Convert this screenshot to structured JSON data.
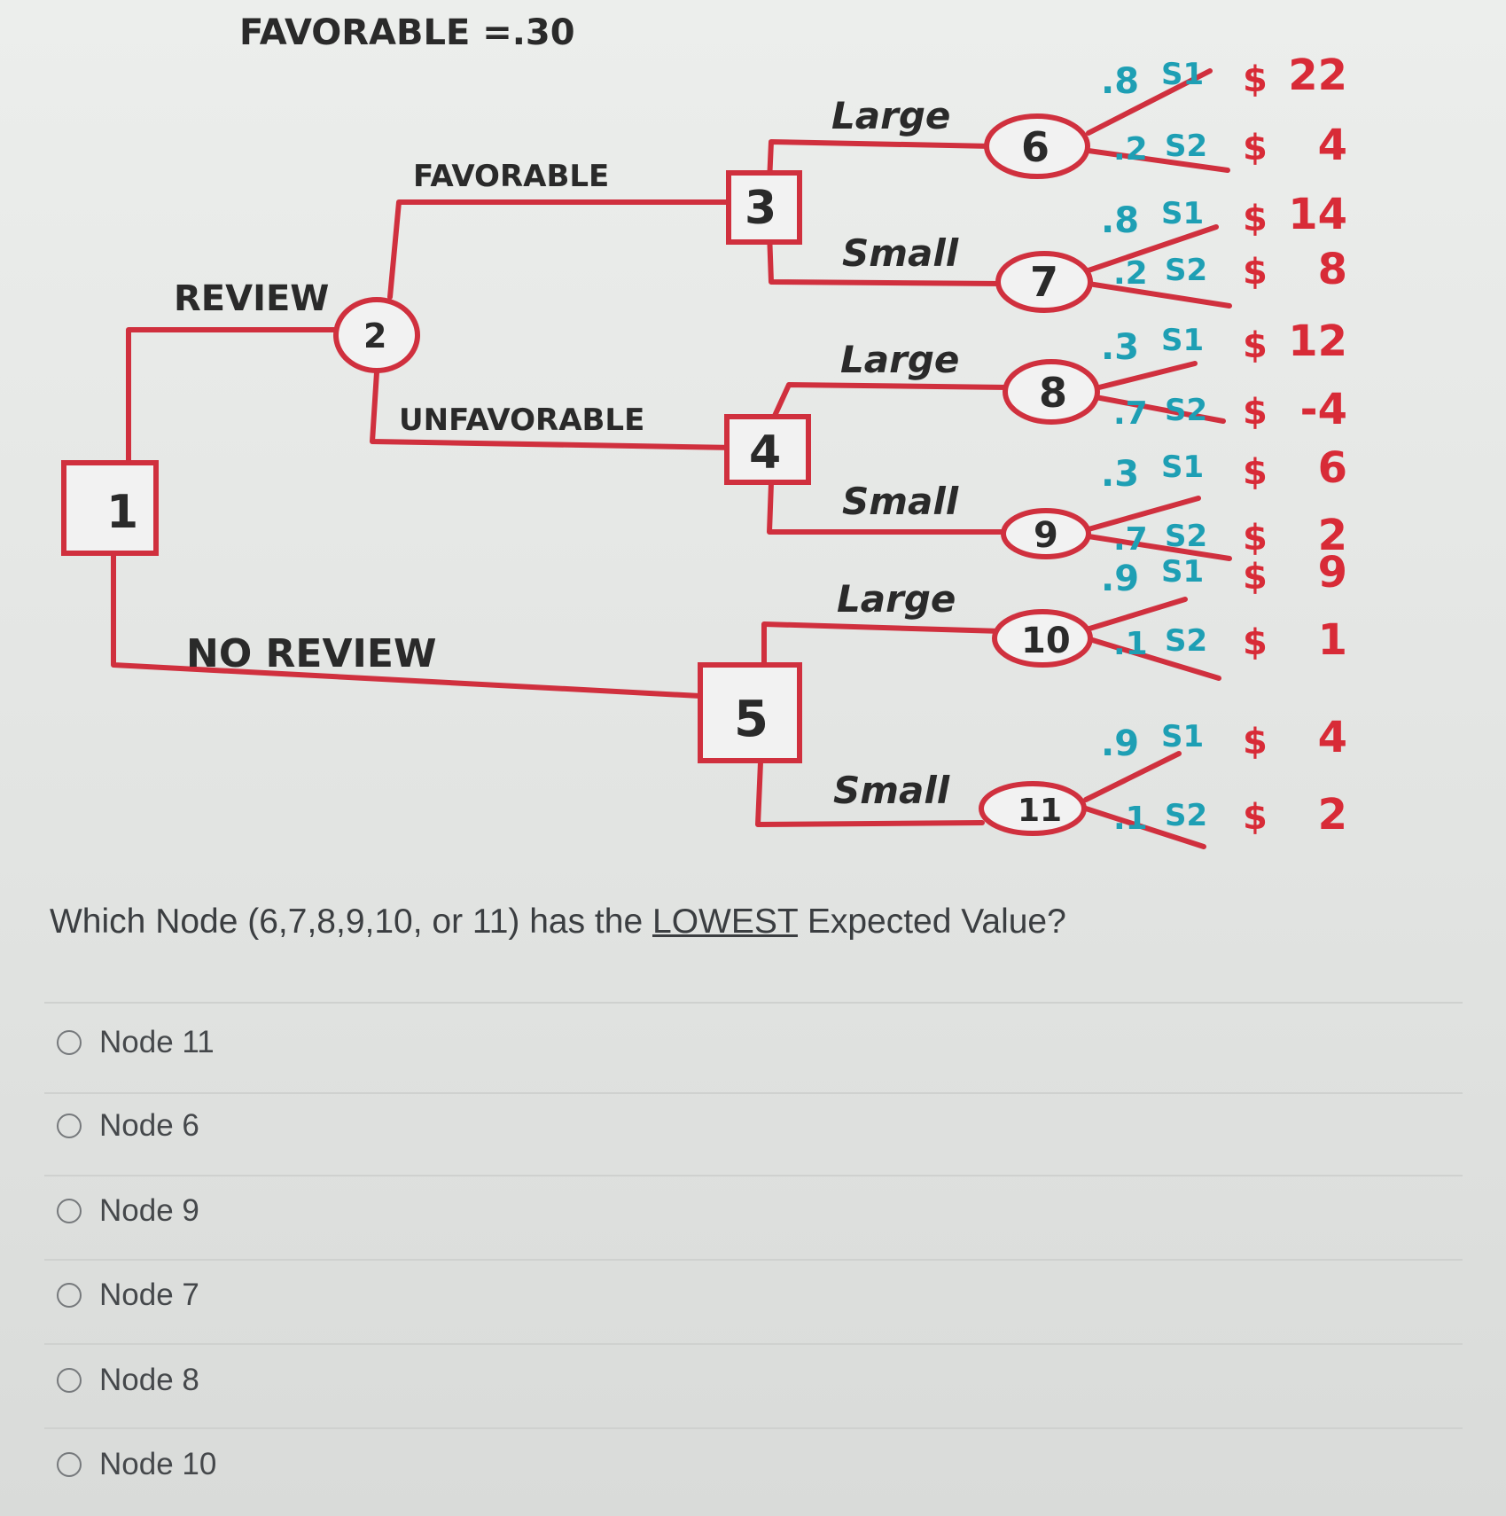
{
  "diagram": {
    "header": "FAVORABLE =.30",
    "decision_nodes": [
      "1",
      "3",
      "4",
      "5"
    ],
    "chance_nodes": [
      "2",
      "6",
      "7",
      "8",
      "9",
      "10",
      "11"
    ],
    "branches": {
      "review": "REVIEW",
      "no_review": "NO REVIEW",
      "favorable": "FAVORABLE",
      "unfavorable": "UNFAVORABLE",
      "large": "Large",
      "small": "Small"
    },
    "outcomes": [
      {
        "node": "6",
        "p1": ".8",
        "s1": "S1",
        "v1": "22",
        "p2": ".2",
        "s2": "S2",
        "v2": "4"
      },
      {
        "node": "7",
        "p1": ".8",
        "s1": "S1",
        "v1": "14",
        "p2": ".2",
        "s2": "S2",
        "v2": "8"
      },
      {
        "node": "8",
        "p1": ".3",
        "s1": "S1",
        "v1": "12",
        "p2": ".7",
        "s2": "S2",
        "v2": "-4"
      },
      {
        "node": "9",
        "p1": ".3",
        "s1": "S1",
        "v1": "6",
        "p2": ".7",
        "s2": "S2",
        "v2": "2"
      },
      {
        "node": "10",
        "p1": ".9",
        "s1": "S1",
        "v1": "9",
        "p2": ".1",
        "s2": "S2",
        "v2": "1"
      },
      {
        "node": "11",
        "p1": ".9",
        "s1": "S1",
        "v1": "4",
        "p2": ".1",
        "s2": "S2",
        "v2": "2"
      }
    ],
    "currency_symbol": "$"
  },
  "question": {
    "before": "Which Node (6,7,8,9,10, or 11) has the ",
    "emphasis": "LOWEST",
    "after": " Expected Value?"
  },
  "options": [
    "Node 11",
    "Node 6",
    "Node 9",
    "Node 7",
    "Node 8",
    "Node 10"
  ],
  "colors": {
    "tree_line": "#d0303e",
    "probability": "#1e9fb4",
    "payoff": "#d82b37"
  }
}
